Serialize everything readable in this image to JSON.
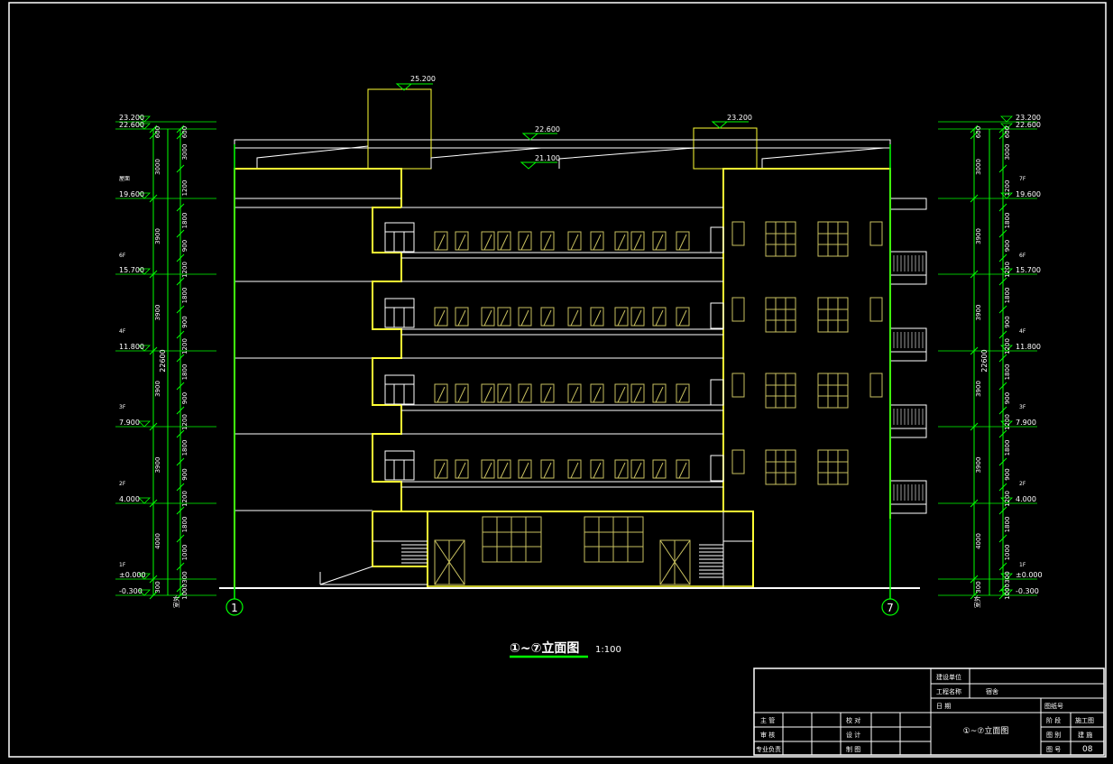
{
  "drawing": {
    "title": "①~⑦立面图",
    "scale": "1:100",
    "axis_left": "1",
    "axis_right": "7"
  },
  "elevations": {
    "top_tower": "25.200",
    "parapet": "22.600",
    "roof": "21.100",
    "right_stair": "23.200"
  },
  "left_dims": {
    "levels": [
      "23.200",
      "22.600",
      "19.600",
      "15.700",
      "11.800",
      "7.900",
      "4.000",
      "±0.000",
      "-0.300"
    ],
    "floor_tags": [
      "屋面",
      "6F",
      "4F",
      "3F",
      "2F",
      "1F"
    ],
    "segments": [
      "600",
      "3000",
      "1200",
      "1800",
      "900",
      "1200",
      "1800",
      "900",
      "1200",
      "1800",
      "900",
      "1200",
      "1800",
      "900",
      "1200",
      "1800",
      "1000",
      "300",
      "1000"
    ],
    "storeys": [
      "600",
      "3000",
      "3900",
      "3900",
      "3900",
      "3900",
      "4000",
      "300"
    ],
    "total": "22600",
    "ground": "室外"
  },
  "right_dims": {
    "levels": [
      "23.200",
      "22.600",
      "19.600",
      "15.700",
      "11.800",
      "7.900",
      "4.000",
      "±0.000",
      "-0.300"
    ],
    "floor_tags": [
      "7F",
      "6F",
      "4F",
      "3F",
      "2F",
      "1F"
    ],
    "total": "22600",
    "ground": "室外"
  },
  "title_block": {
    "labels": {
      "design_unit": "建设单位",
      "project_name": "工程名称",
      "date": "日 期",
      "drawing_no_label": "图纸号",
      "director": "主 管",
      "review": "审 核",
      "lead": "专业负责",
      "check": "校 对",
      "design": "设 计",
      "draft": "制 图",
      "stage": "阶 段",
      "category": "图 别",
      "sheet": "图 号"
    },
    "values": {
      "project_name": "宿舍",
      "drawing_name": "①~⑦立面图",
      "stage": "施工图",
      "category": "建 施",
      "sheet": "08"
    }
  }
}
